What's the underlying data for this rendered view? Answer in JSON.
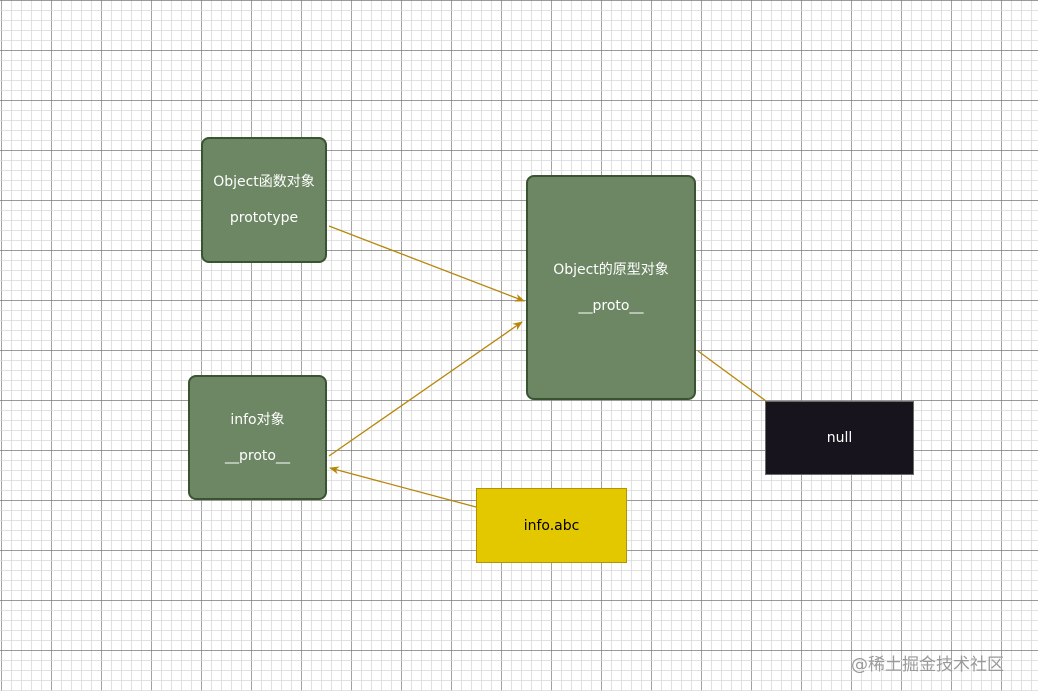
{
  "diagram": {
    "object_function": {
      "title": "Object函数对象",
      "property": "prototype"
    },
    "object_prototype": {
      "title": "Object的原型对象",
      "property": "__proto__"
    },
    "info_object": {
      "title": "info对象",
      "property": "__proto__"
    },
    "null_node": {
      "label": "null"
    },
    "access_node": {
      "label": "info.abc"
    }
  },
  "watermark": "@稀土掘金技术社区",
  "colors": {
    "node_fill": "#6d8764",
    "node_stroke": "#3a5431",
    "null_fill": "#18141d",
    "access_fill": "#e3c800",
    "arrow": "#b8860b",
    "grid_minor": "#d9d9d9",
    "grid_major": "#7a7a7a"
  }
}
